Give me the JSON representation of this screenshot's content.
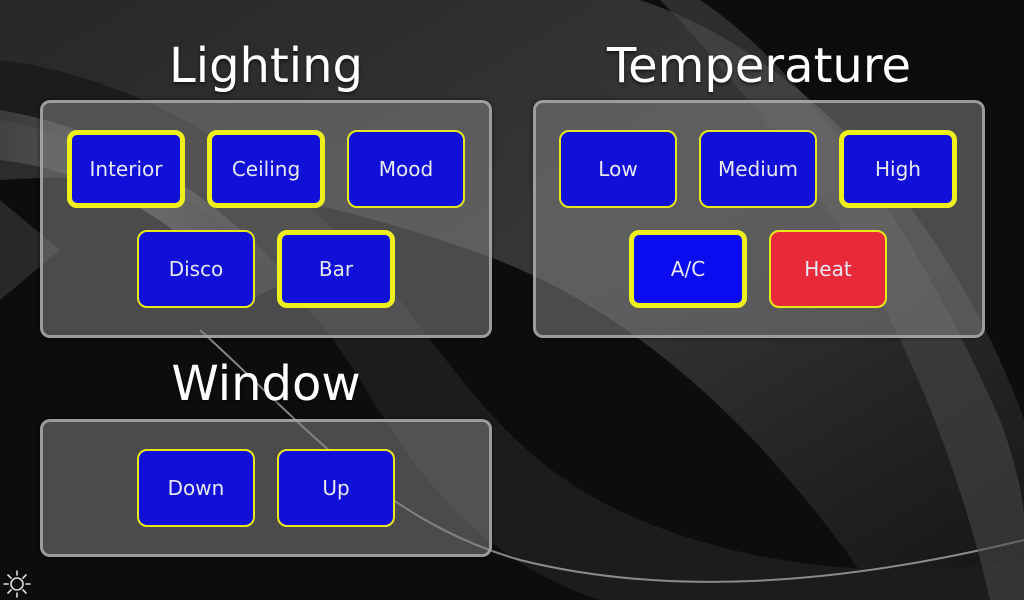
{
  "colors": {
    "button_blue": "#1010d8",
    "button_border": "#e6e81a",
    "heat_red": "#e8293a",
    "panel_gray": "#808080"
  },
  "lighting": {
    "title": "Lighting",
    "buttons": [
      {
        "label": "Interior",
        "active": true
      },
      {
        "label": "Ceiling",
        "active": true
      },
      {
        "label": "Mood",
        "active": false
      },
      {
        "label": "Disco",
        "active": false
      },
      {
        "label": "Bar",
        "active": true
      }
    ]
  },
  "temperature": {
    "title": "Temperature",
    "buttons": [
      {
        "label": "Low",
        "active": false
      },
      {
        "label": "Medium",
        "active": false
      },
      {
        "label": "High",
        "active": true
      },
      {
        "label": "A/C",
        "active": true
      },
      {
        "label": "Heat",
        "active": false
      }
    ]
  },
  "window": {
    "title": "Window",
    "buttons": [
      {
        "label": "Down",
        "active": false
      },
      {
        "label": "Up",
        "active": false
      }
    ]
  },
  "footer": {
    "icon": "sun-icon"
  }
}
